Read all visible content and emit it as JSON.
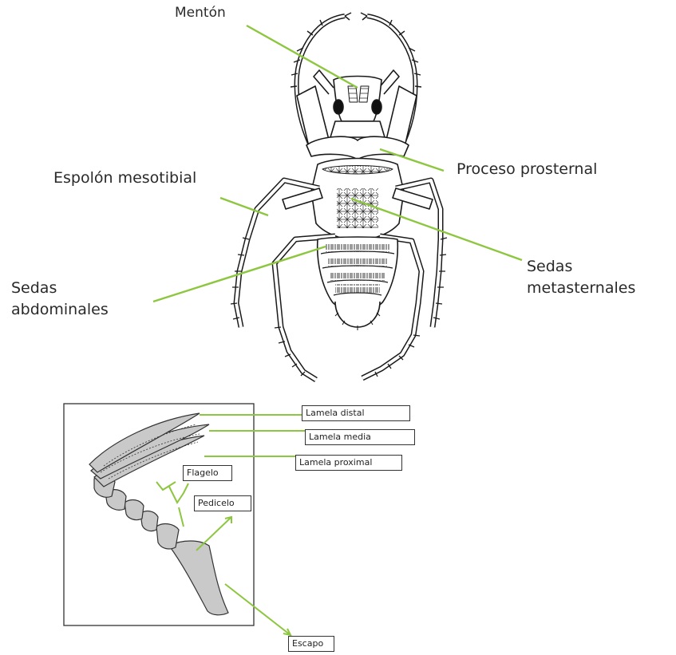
{
  "colors": {
    "leader_line": "#8dc63f",
    "ink": "#1a1a1a",
    "antenna_fill": "#c9c9c9"
  },
  "beetle_labels": {
    "menton": "Mentón",
    "proceso_prosternal": "Proceso prosternal",
    "espolon_mesotibial": "Espolón mesotibial",
    "sedas_abdominales_1": "Sedas",
    "sedas_abdominales_2": "abdominales",
    "sedas_metasternales_1": "Sedas",
    "sedas_metasternales_2": "metasternales"
  },
  "antenna_labels": {
    "lamela_distal": "Lamela distal",
    "lamela_media": "Lamela media",
    "lamela_proximal": "Lamela proximal",
    "flagelo": "Flagelo",
    "pedicelo": "Pedicelo",
    "escapo": "Escapo"
  }
}
